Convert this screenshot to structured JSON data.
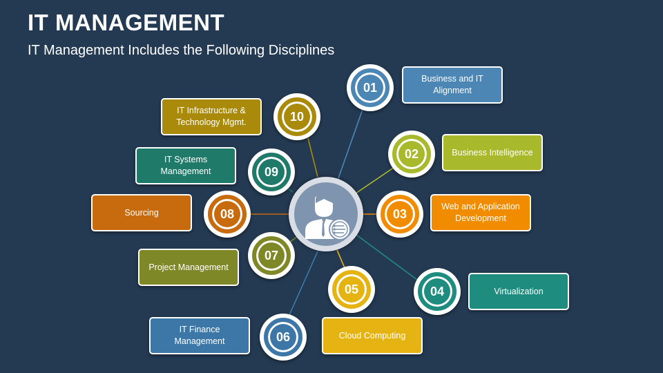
{
  "header": {
    "title": "IT MANAGEMENT",
    "subtitle": "IT Management Includes the Following Disciplines"
  },
  "hub": {
    "icon": "it-manager-person-icon"
  },
  "items": [
    {
      "num": "01",
      "label": "Business and IT Alignment",
      "color": "#4b86b4"
    },
    {
      "num": "02",
      "label": "Business Intelligence",
      "color": "#a8b92b"
    },
    {
      "num": "03",
      "label": "Web and Application Development",
      "color": "#f18c00"
    },
    {
      "num": "04",
      "label": "Virtualization",
      "color": "#1e8c7e"
    },
    {
      "num": "05",
      "label": "Cloud Computing",
      "color": "#e6b412"
    },
    {
      "num": "06",
      "label": "IT Finance Management",
      "color": "#3d77a8"
    },
    {
      "num": "07",
      "label": "Project Management",
      "color": "#7f8826"
    },
    {
      "num": "08",
      "label": "Sourcing",
      "color": "#c76b0e"
    },
    {
      "num": "09",
      "label": "IT Systems Management",
      "color": "#1f7a6a"
    },
    {
      "num": "10",
      "label": "IT Infrastructure & Technology Mgmt.",
      "color": "#a98a0a"
    }
  ]
}
